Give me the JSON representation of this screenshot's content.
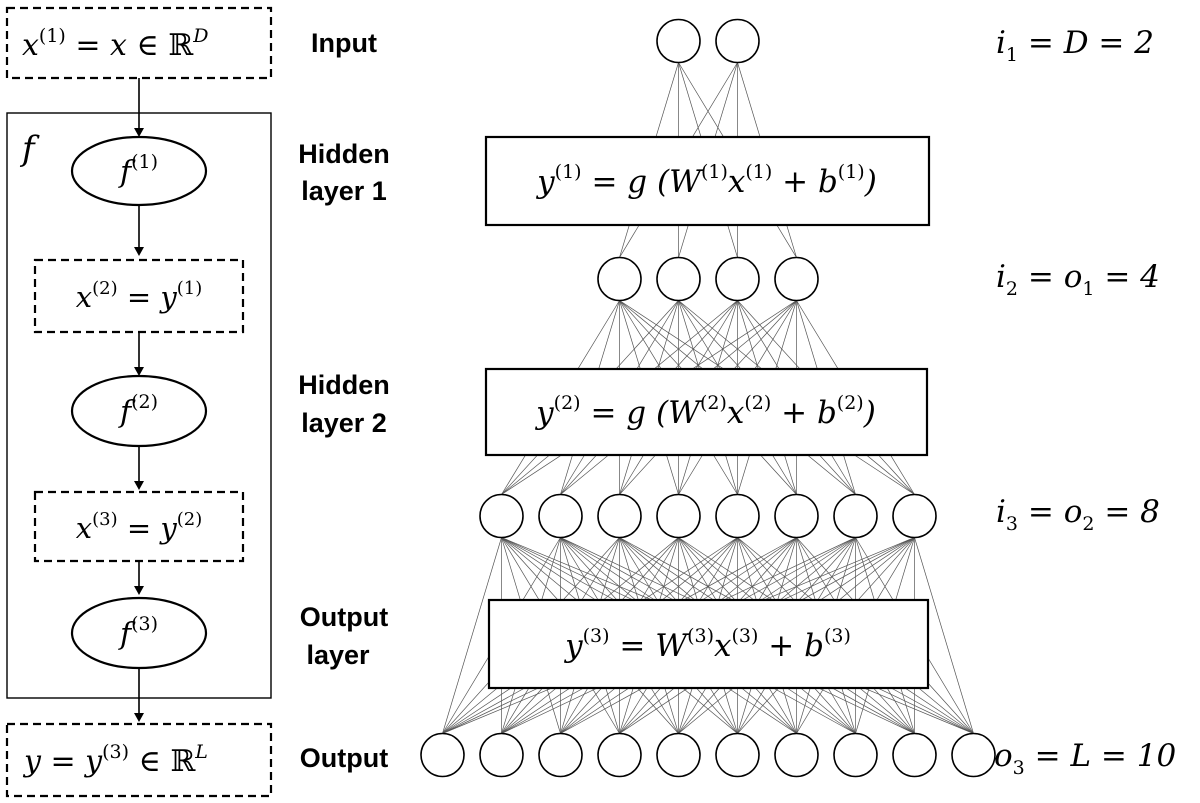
{
  "pipeline": {
    "input_box": {
      "lhs": "x",
      "sup1": "(1)",
      "mid": " = x ∈ ",
      "set": "ℝ",
      "sup2": "D"
    },
    "f_label": "f",
    "f1": {
      "base": "f",
      "sup": "(1)"
    },
    "x2": {
      "lhs": "x",
      "sup1": "(2)",
      "mid": " = y",
      "sup2": "(1)"
    },
    "f2": {
      "base": "f",
      "sup": "(2)"
    },
    "x3": {
      "lhs": "x",
      "sup1": "(3)",
      "mid": " = y",
      "sup2": "(2)"
    },
    "f3": {
      "base": "f",
      "sup": "(3)"
    },
    "output_box": {
      "lhs": "y = y",
      "sup1": "(3)",
      "mid": " ∈ ",
      "set": "ℝ",
      "sup2": "L"
    }
  },
  "layer_labels": {
    "input": "Input",
    "hidden1_line1": "Hidden",
    "hidden1_line2": "layer 1",
    "hidden2_line1": "Hidden",
    "hidden2_line2": "layer 2",
    "output_layer_line1": "Output",
    "output_layer_line2": "layer",
    "output": "Output"
  },
  "equations": {
    "eq1": {
      "a": "y",
      "asup": "(1)",
      "b": " = g (W",
      "bsup": "(1)",
      "c": "x",
      "csup": "(1)",
      "d": " + b",
      "dsup": "(1)",
      "e": ")"
    },
    "eq2": {
      "a": "y",
      "asup": "(2)",
      "b": " = g (W",
      "bsup": "(2)",
      "c": "x",
      "csup": "(2)",
      "d": " + b",
      "dsup": "(2)",
      "e": ")"
    },
    "eq3": {
      "a": "y",
      "asup": "(3)",
      "b": " = W",
      "bsup": "(3)",
      "c": "x",
      "csup": "(3)",
      "d": " + b",
      "dsup": "(3)",
      "e": ""
    }
  },
  "dimensions": {
    "d1": {
      "a": "i",
      "asub": "1",
      "rest": " = D = 2"
    },
    "d2": {
      "a": "i",
      "asub": "2",
      "mid": " = o",
      "midsub": "1",
      "rest": " = 4"
    },
    "d3": {
      "a": "i",
      "asub": "3",
      "mid": " = o",
      "midsub": "2",
      "rest": " = 8"
    },
    "d4": {
      "a": "o",
      "asub": "3",
      "rest": " = L = 10"
    }
  },
  "network": {
    "layer_sizes": [
      2,
      4,
      8,
      10
    ]
  }
}
